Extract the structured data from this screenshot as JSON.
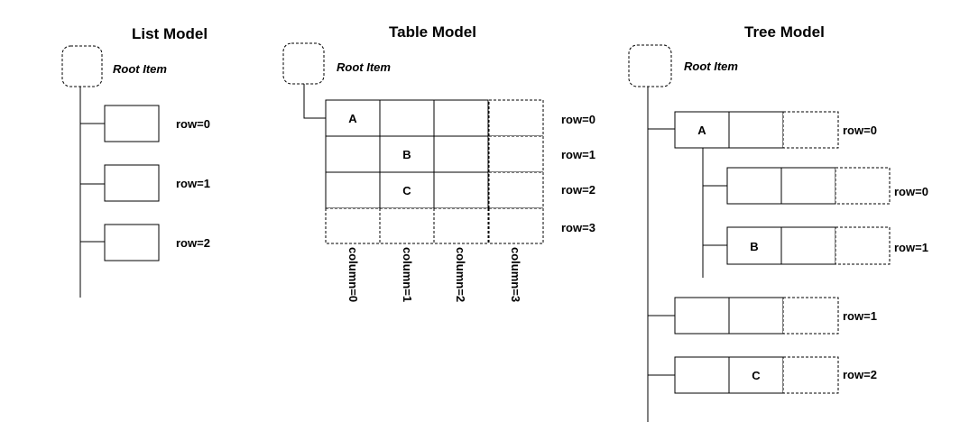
{
  "list_model": {
    "title": "List Model",
    "root_label": "Root Item",
    "rows": [
      "row=0",
      "row=1",
      "row=2"
    ]
  },
  "table_model": {
    "title": "Table Model",
    "root_label": "Root Item",
    "cells": {
      "a": "A",
      "b": "B",
      "c": "C"
    },
    "rows": [
      "row=0",
      "row=1",
      "row=2",
      "row=3"
    ],
    "columns": [
      "column=0",
      "column=1",
      "column=2",
      "column=3"
    ]
  },
  "tree_model": {
    "title": "Tree Model",
    "root_label": "Root Item",
    "cells": {
      "a": "A",
      "b": "B",
      "c": "C"
    },
    "top_rows": [
      "row=0",
      "row=1",
      "row=2"
    ],
    "child_rows": [
      "row=0",
      "row=1"
    ]
  }
}
